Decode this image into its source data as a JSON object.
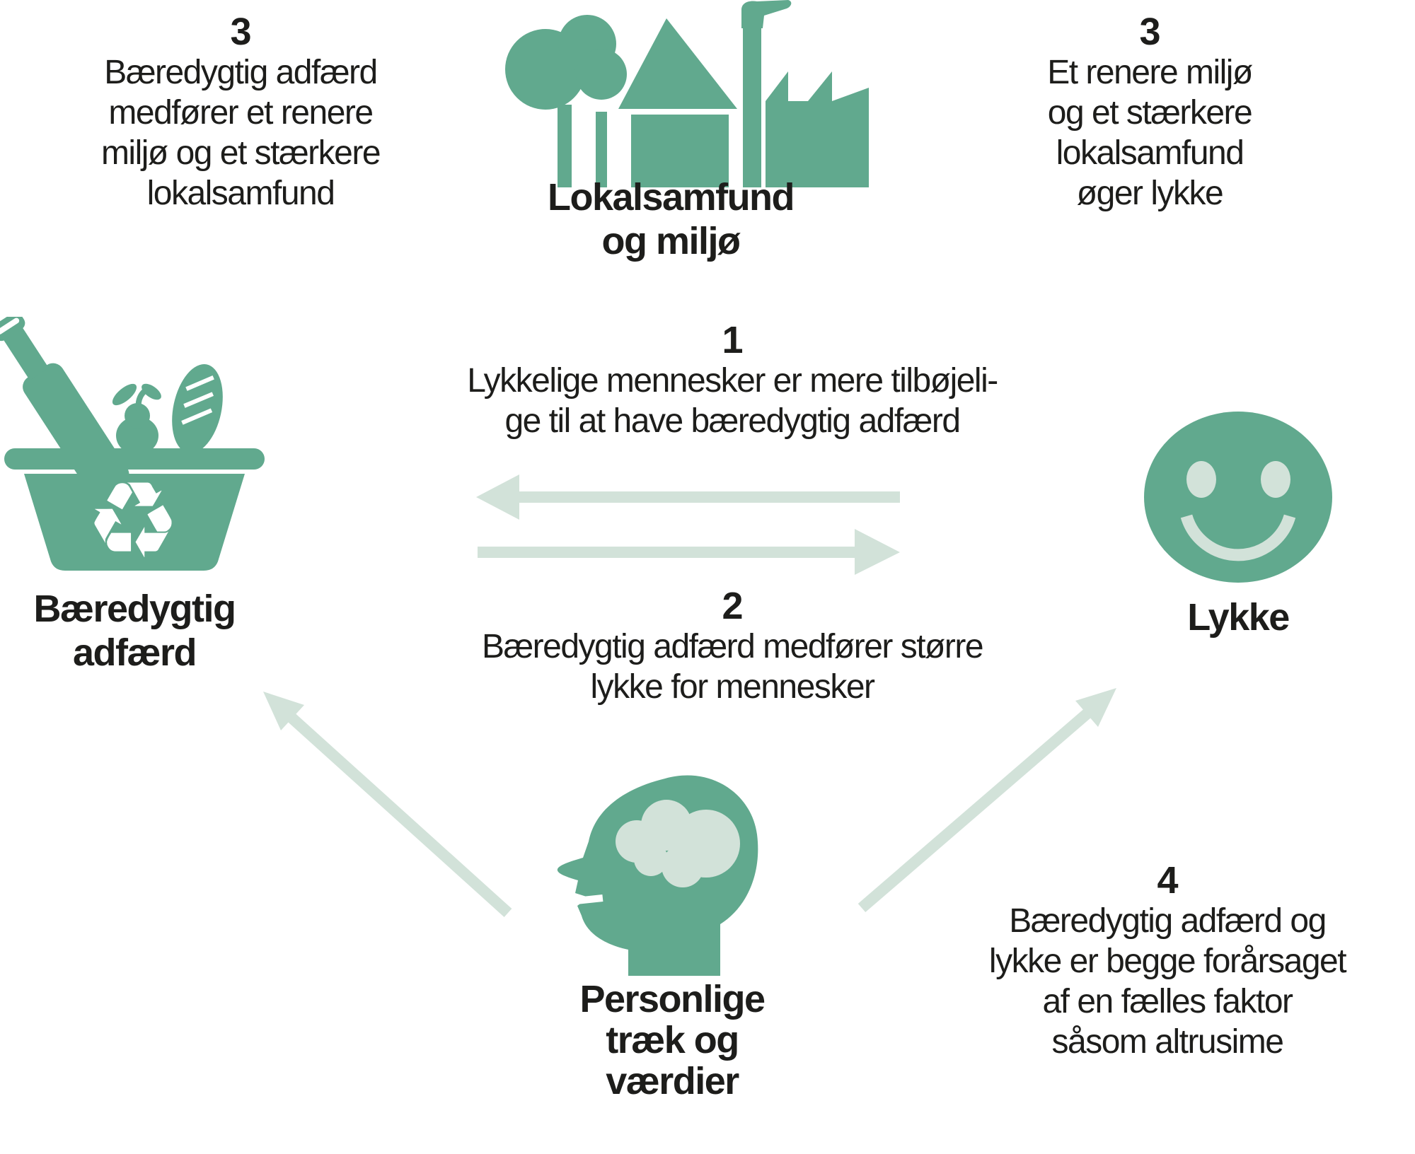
{
  "colors": {
    "green": "#61a98e",
    "pale": "#d2e2d9",
    "ink": "#1d1d1b",
    "background": "#ffffff"
  },
  "nodes": {
    "community": {
      "lines": [
        "Lokalsamfund",
        "og miljø"
      ]
    },
    "sustainable_behavior": {
      "lines": [
        "Bæredygtig",
        "adfærd"
      ]
    },
    "happiness": {
      "label": "Lykke"
    },
    "personal_traits": {
      "lines": [
        "Personlige",
        "træk og",
        "værdier"
      ]
    }
  },
  "relations": {
    "r1": {
      "number": "1",
      "lines": [
        "Lykkelige mennesker er mere tilbøjeli-",
        "ge til at have bæredygtig adfærd"
      ]
    },
    "r2": {
      "number": "2",
      "lines": [
        "Bæredygtig adfærd medfører større",
        "lykke for mennesker"
      ]
    },
    "r3_left": {
      "number": "3",
      "lines": [
        "Bæredygtig adfærd",
        "medfører et renere",
        "miljø og et stærkere",
        "lokalsamfund"
      ]
    },
    "r3_right": {
      "number": "3",
      "lines": [
        "Et renere miljø",
        "og et stærkere",
        "lokalsamfund",
        "øger lykke"
      ]
    },
    "r4": {
      "number": "4",
      "lines": [
        "Bæredygtig adfærd og",
        "lykke er begge forårsaget",
        "af en fælles faktor",
        "såsom altrusime"
      ]
    }
  },
  "icons": {
    "recycle_glyph": "♻",
    "community_icon": "tree-house-factory",
    "sustainable_icon": "grocery-basket-recycle",
    "happiness_icon": "smiley-face",
    "personal_icon": "head-with-brain"
  }
}
